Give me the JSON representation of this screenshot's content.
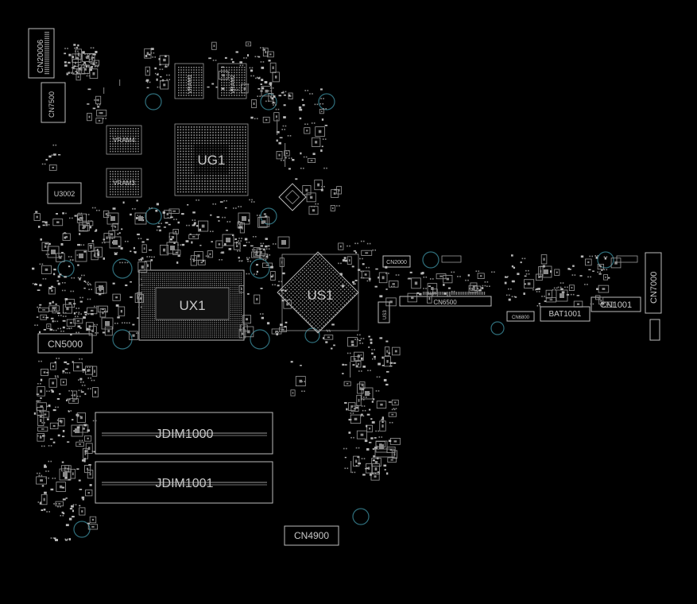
{
  "background_color": "#000000",
  "outline_color": "#bdbdbd",
  "via_ring_color": "#2f6f7c",
  "components": {
    "cn20006": "CN20006",
    "cn7500": "CN7500",
    "u3002": "U3002",
    "vram1": "VRAM1",
    "vram2": "VRAM2",
    "vram3": "VRAM3",
    "vram4": "VRAM4",
    "ug1": "UG1",
    "ux1": "UX1",
    "us1": "US1",
    "us3": "US3",
    "cn2000": "CN2000",
    "cn6500": "CN6500",
    "cn6800": "CN6800",
    "bat1001": "BAT1001",
    "cn1001": "CN1001",
    "cn7000": "CN7000",
    "cn5000": "CN5000",
    "jdim1000": "JDIM1000",
    "jdim1001": "JDIM1001",
    "cn4900": "CN4900"
  }
}
